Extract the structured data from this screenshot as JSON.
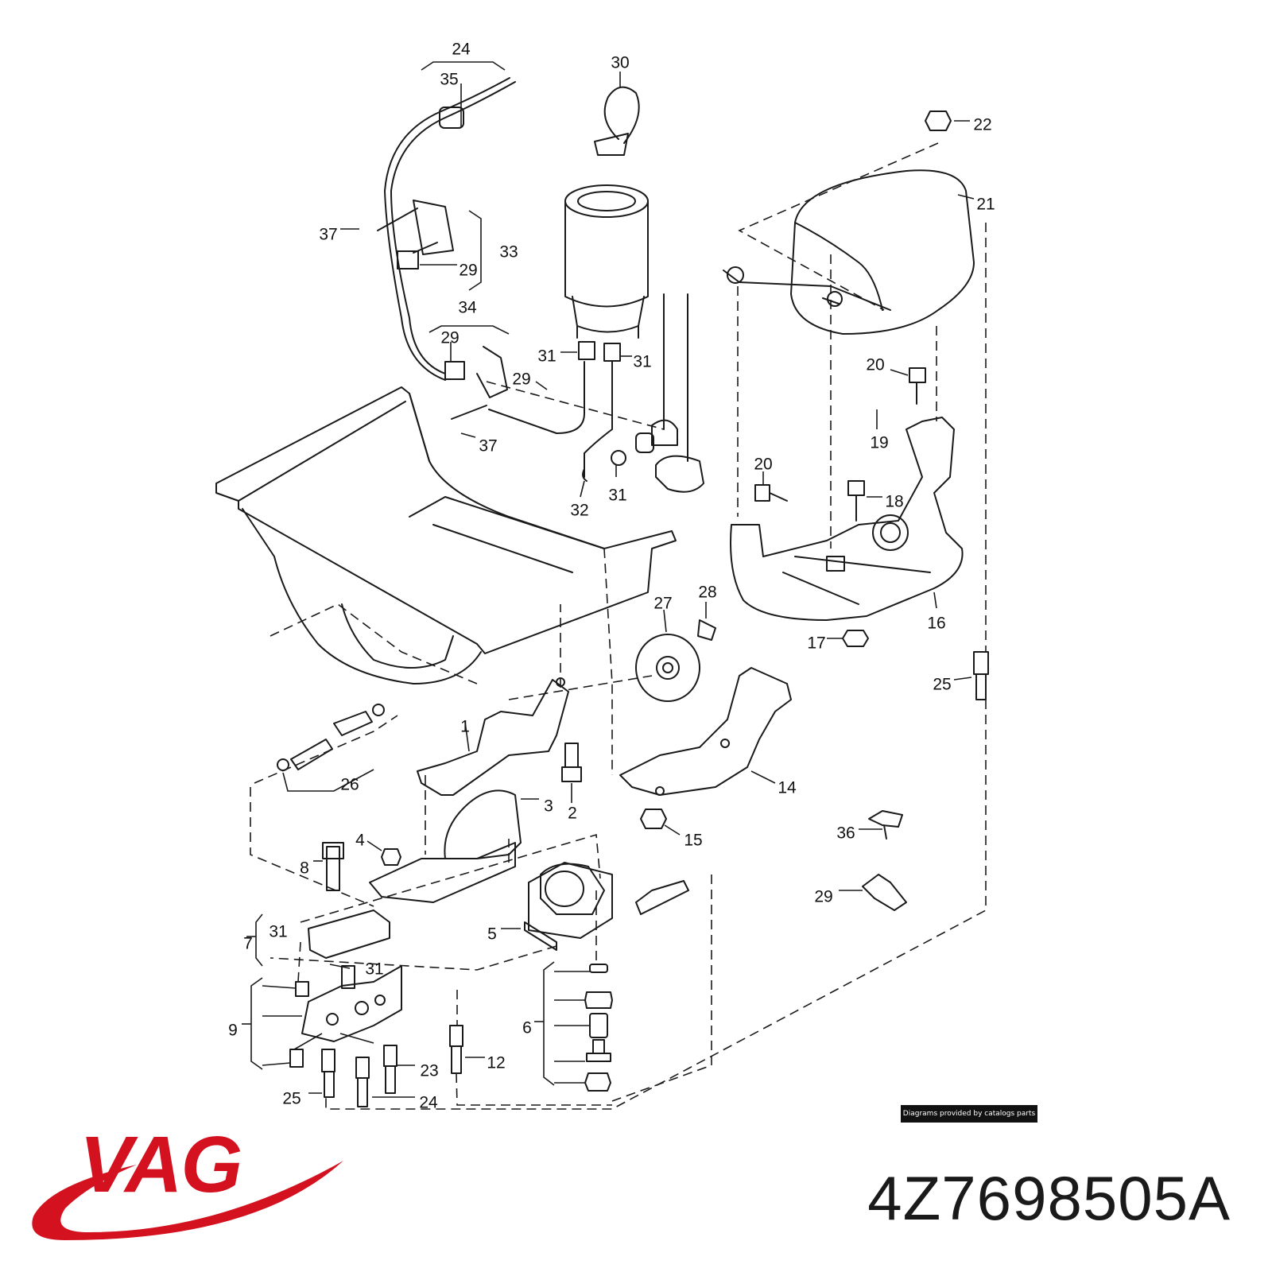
{
  "diagram": {
    "labels": [
      "24",
      "35",
      "30",
      "22",
      "21",
      "37",
      "33",
      "29",
      "34",
      "29",
      "31",
      "31",
      "29",
      "20",
      "19",
      "37",
      "32",
      "31",
      "20",
      "18",
      "27",
      "28",
      "16",
      "17",
      "25",
      "1",
      "26",
      "2",
      "3",
      "14",
      "15",
      "36",
      "4",
      "8",
      "29",
      "7",
      "31",
      "31",
      "5",
      "9",
      "6",
      "12",
      "23",
      "25",
      "24"
    ],
    "credit": "Diagrams provided by catalogs parts"
  },
  "brand": {
    "logo_text": "VAG",
    "color": "#d4121f"
  },
  "part_number": "4Z7698505A"
}
